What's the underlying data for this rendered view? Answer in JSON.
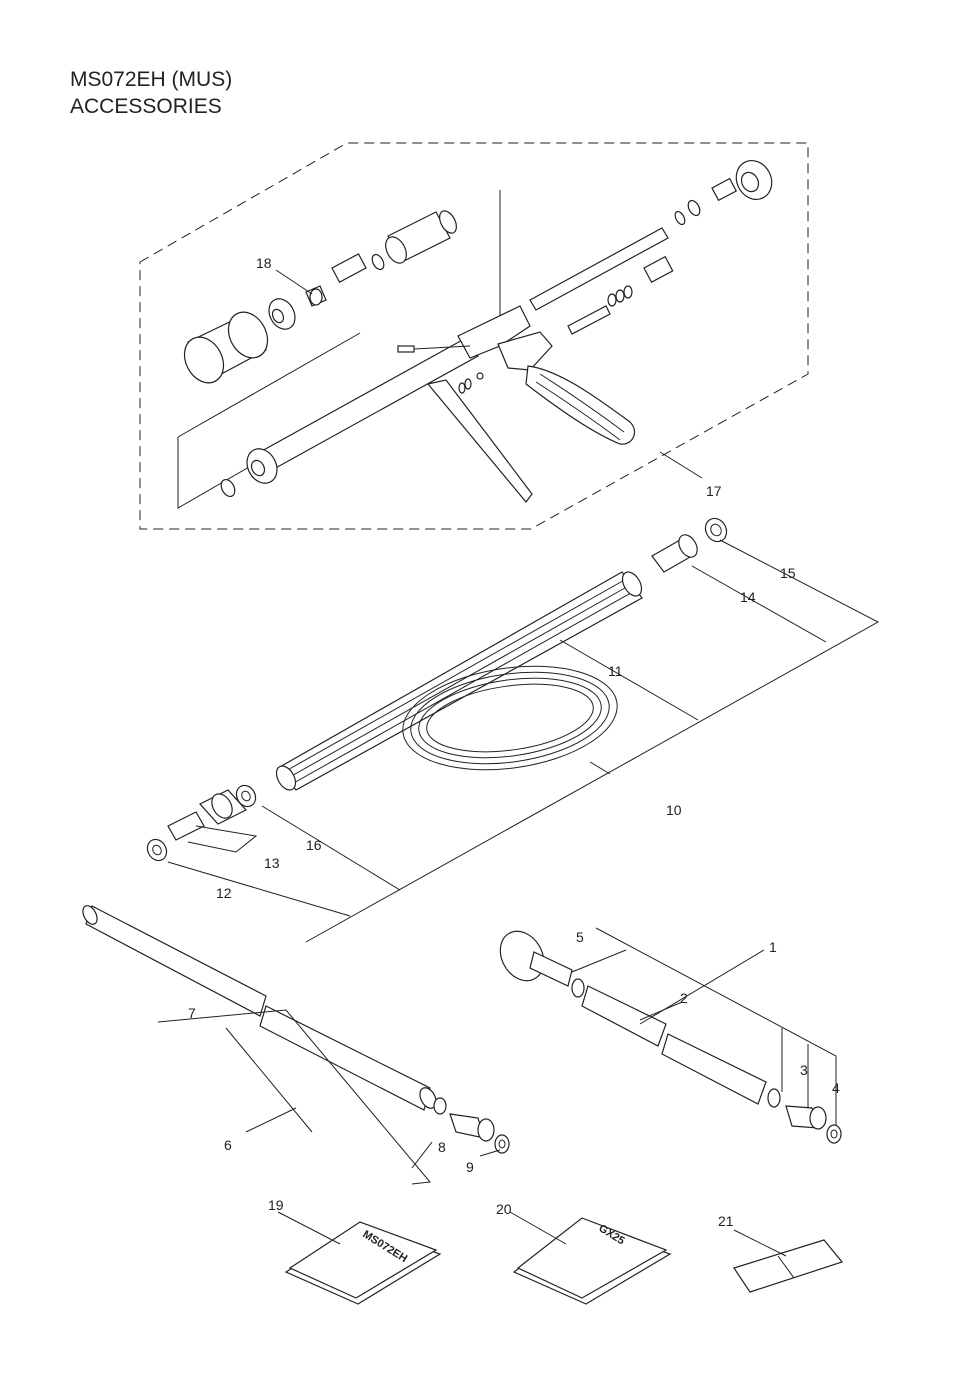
{
  "title": {
    "line1": "MS072EH (MUS)",
    "line2": "ACCESSORIES"
  },
  "callouts": [
    "1",
    "2",
    "3",
    "4",
    "5",
    "6",
    "7",
    "8",
    "9",
    "10",
    "11",
    "12",
    "13",
    "14",
    "15",
    "16",
    "17",
    "18",
    "19",
    "20",
    "21"
  ],
  "books": {
    "manual_19": "MS072EH",
    "manual_20": "GX25"
  }
}
